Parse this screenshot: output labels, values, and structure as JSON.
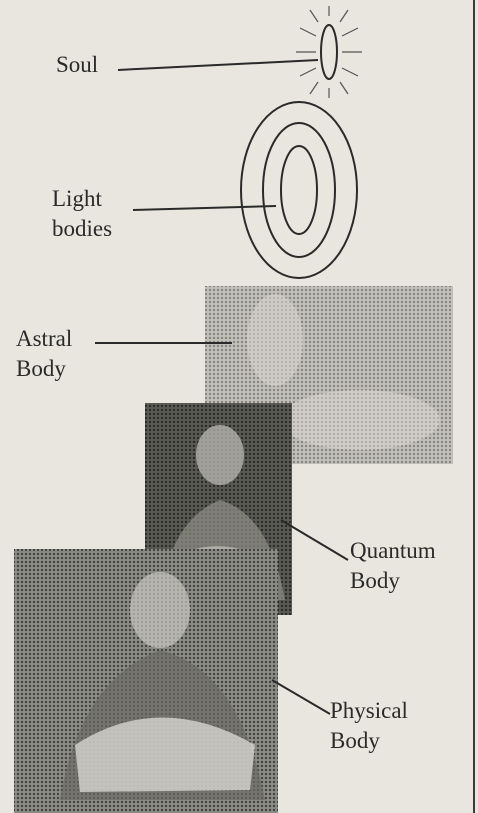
{
  "labels": {
    "soul": "Soul",
    "light_bodies": "Light\nbodies",
    "astral_body": "Astral\nBody",
    "quantum_body": "Quantum\nBody",
    "physical_body": "Physical\nBody"
  },
  "colors": {
    "background": "#e9e6df",
    "ink": "#2a2a2a",
    "photo_astral": "#9a9a94",
    "photo_quantum": "#4a4a46",
    "photo_physical": "#3e3e3a"
  }
}
